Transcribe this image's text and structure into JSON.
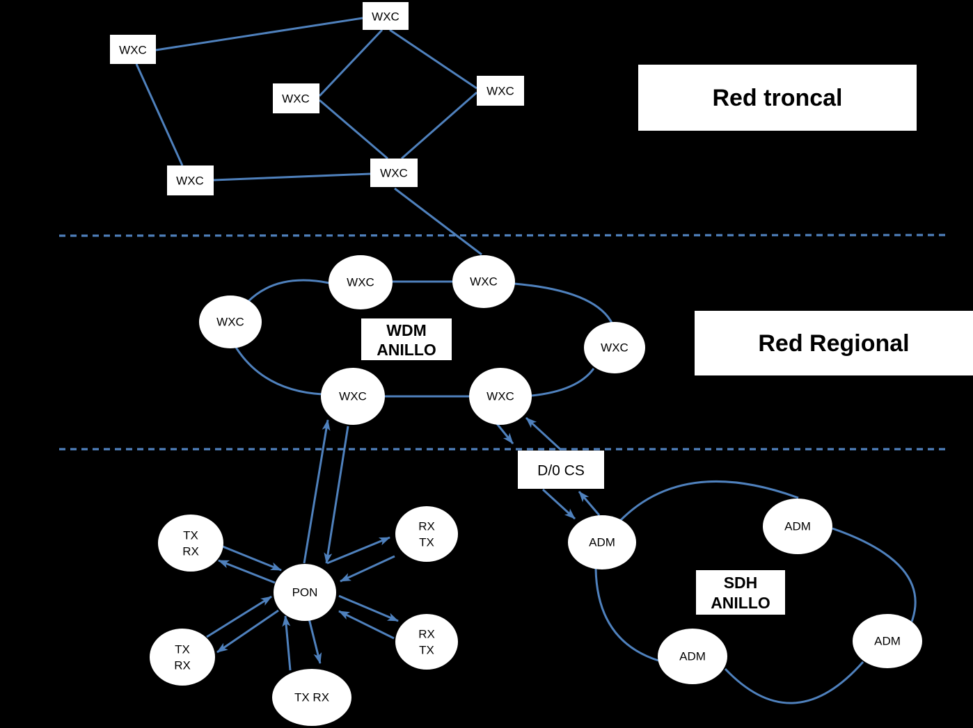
{
  "colors": {
    "background": "#000000",
    "connector_blue": "#4f81bd",
    "node_fill": "#ffffff",
    "text_black": "#000000"
  },
  "regions": {
    "troncal_label": "Red troncal",
    "regional_label": "Red Regional"
  },
  "trunk": {
    "nodes": [
      {
        "label": "WXC"
      },
      {
        "label": "WXC"
      },
      {
        "label": "WXC"
      },
      {
        "label": "WXC"
      },
      {
        "label": "WXC"
      },
      {
        "label": "WXC"
      }
    ]
  },
  "wdm": {
    "title_line1": "WDM",
    "title_line2": "ANILLO",
    "nodes": [
      {
        "label": "WXC"
      },
      {
        "label": "WXC"
      },
      {
        "label": "WXC"
      },
      {
        "label": "WXC"
      },
      {
        "label": "WXC"
      },
      {
        "label": "WXC"
      }
    ]
  },
  "d0cs": {
    "label": "D/0 CS"
  },
  "sdh": {
    "title_line1": "SDH",
    "title_line2": "ANILLO",
    "nodes": [
      {
        "label": "ADM"
      },
      {
        "label": "ADM"
      },
      {
        "label": "ADM"
      },
      {
        "label": "ADM"
      }
    ]
  },
  "pon": {
    "hub_label": "PON",
    "satellites": [
      {
        "line1": "TX",
        "line2": "RX"
      },
      {
        "line1": "TX",
        "line2": "RX"
      },
      {
        "line1": "RX",
        "line2": "TX"
      },
      {
        "line1": "RX",
        "line2": "TX"
      },
      {
        "line1": "TX RX",
        "line2": ""
      }
    ]
  }
}
